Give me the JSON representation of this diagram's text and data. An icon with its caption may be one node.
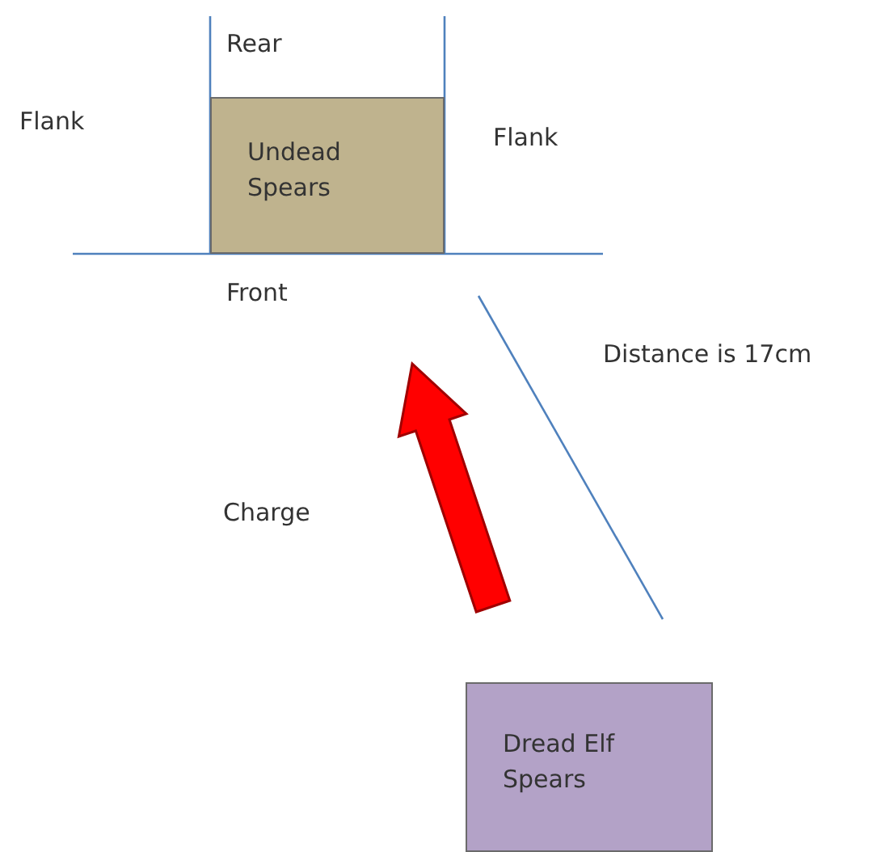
{
  "diagram": {
    "nodes": [
      {
        "text": [
          "Undead Spears"
        ]
      },
      {
        "text": [
          "Dread Elf Spears"
        ]
      }
    ],
    "edges": [],
    "labels": [
      "Rear",
      "Flank",
      "Flank",
      "Front",
      "Distance is 17cm",
      "Charge"
    ]
  }
}
